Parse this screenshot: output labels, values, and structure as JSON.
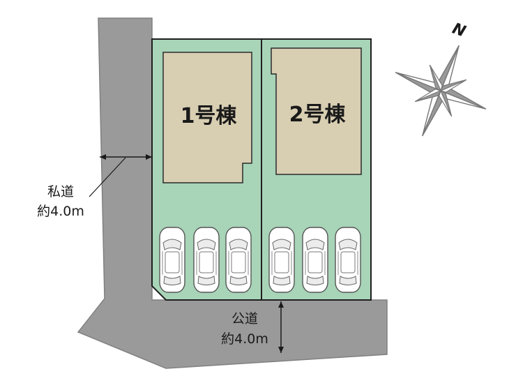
{
  "buildings": [
    {
      "label": "1号棟"
    },
    {
      "label": "2号棟"
    }
  ],
  "private_road": {
    "line1": "私道",
    "line2": "約4.0m"
  },
  "public_road": {
    "line1": "公道",
    "line2": "約4.0m"
  },
  "compass": {
    "north_label": "N"
  },
  "colors": {
    "lot": "#a8d4b8",
    "building": "#d8ceb2",
    "road": "#9a9a9a",
    "road_edge": "#808080",
    "outline": "#1f1f1f"
  },
  "parking": {
    "lot1_cars": 3,
    "lot2_cars": 3
  }
}
